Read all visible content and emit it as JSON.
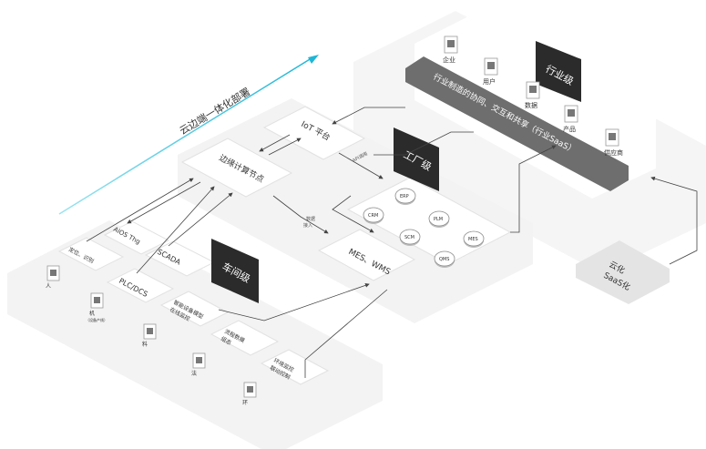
{
  "arrow_caption": "云边端一体化部署",
  "industry": {
    "title": "行业级",
    "icons": [
      "企业",
      "用户",
      "数据",
      "产品",
      "供应商"
    ],
    "band": "行业制造的协同、交互和共享（行业SaaS）"
  },
  "factory": {
    "title": "工厂级",
    "iot": "IoT 平台",
    "edge": "边缘计算节点",
    "link_api": "API调用",
    "link_data": "数据\n接入",
    "mes": "MES、WMS",
    "apps": [
      "ERP",
      "PLM",
      "CRM",
      "SCM",
      "MES",
      "QMS"
    ]
  },
  "workshop": {
    "title": "车间级",
    "aiot": "AIOS Thg",
    "scada": "SCADA",
    "plc": "PLC/DCS",
    "position": "定位、识别",
    "equipment": "智能设备模型\n在线监控",
    "process": "流程数模\n组态",
    "env": "环境监控\n联动控制",
    "people": "人",
    "machine": "机\n（设备产线）",
    "material": "料",
    "method": "法",
    "environment": "环"
  },
  "cloud": "云化\nSaaS化"
}
